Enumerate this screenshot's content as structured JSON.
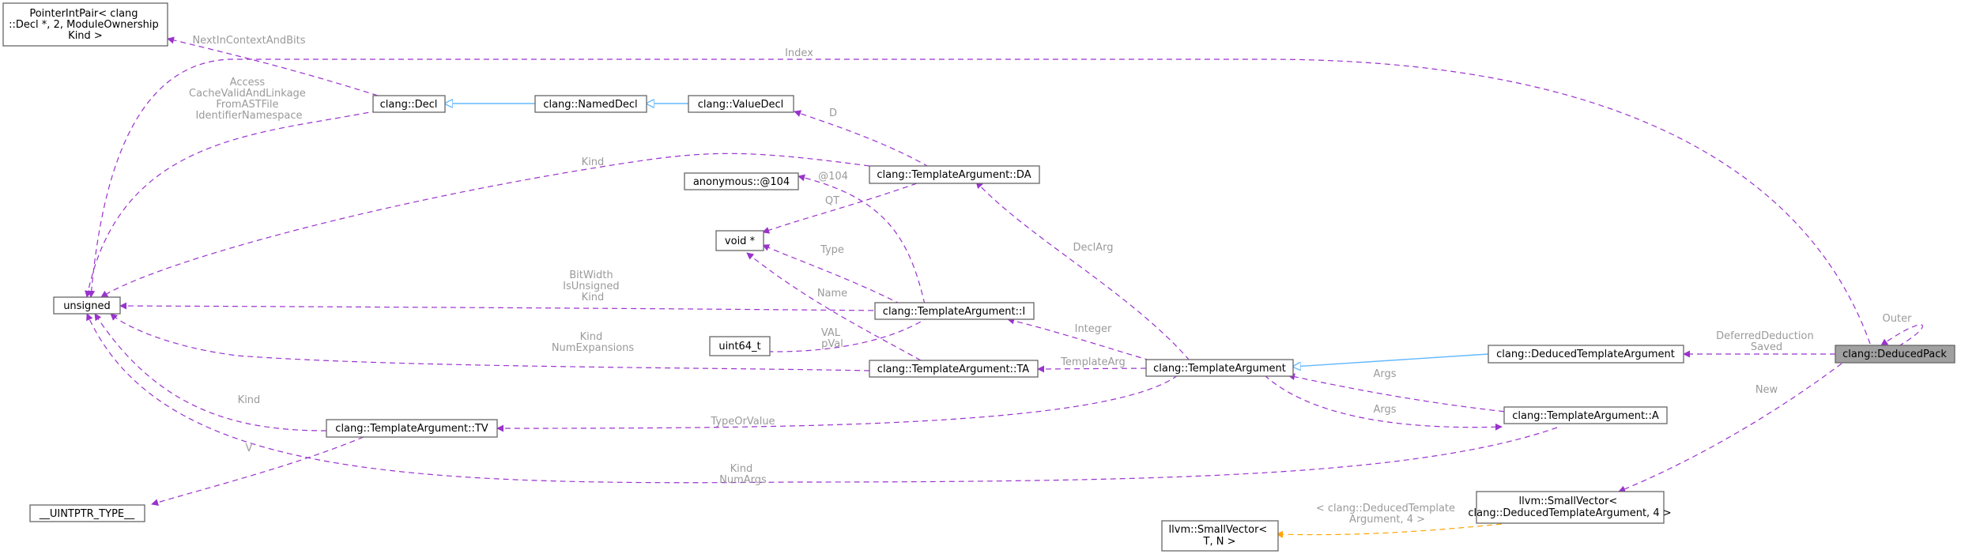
{
  "colors": {
    "usage_edge": "#9a32cd",
    "inheritance_edge": "#63b8ff",
    "template_edge": "#ffa500",
    "edge_label": "#9a9a9a",
    "focus_node_fill": "#a0a0a0"
  },
  "nodes": {
    "pointer_int_pair": [
      "PointerIntPair< clang",
      "::Decl *, 2, ModuleOwnership",
      "Kind >"
    ],
    "unsigned": [
      "unsigned"
    ],
    "uintptr_type": [
      "__UINTPTR_TYPE__"
    ],
    "clang_decl": [
      "clang::Decl"
    ],
    "named_decl": [
      "clang::NamedDecl"
    ],
    "value_decl": [
      "clang::ValueDecl"
    ],
    "anonymous_104": [
      "anonymous::@104"
    ],
    "void_ptr": [
      "void *"
    ],
    "uint64": [
      "uint64_t"
    ],
    "template_argument_tv": [
      "clang::TemplateArgument::TV"
    ],
    "template_argument_da": [
      "clang::TemplateArgument::DA"
    ],
    "template_argument_i": [
      "clang::TemplateArgument::I"
    ],
    "template_argument_ta": [
      "clang::TemplateArgument::TA"
    ],
    "template_argument": [
      "clang::TemplateArgument"
    ],
    "deduced_template_argument": [
      "clang::DeducedTemplateArgument"
    ],
    "template_argument_a": [
      "clang::TemplateArgument::A"
    ],
    "deduced_pack": [
      "clang::DeducedPack"
    ],
    "small_vector_deduced": [
      "llvm::SmallVector<",
      "clang::DeducedTemplateArgument, 4 >"
    ],
    "small_vector_tn": [
      "llvm::SmallVector<",
      "T, N >"
    ]
  },
  "edge_labels": {
    "next_in_context": [
      "NextInContextAndBits"
    ],
    "index": [
      "Index"
    ],
    "decl_to_unsigned": [
      "Access",
      "CacheValidAndLinkage",
      "FromASTFile",
      "IdentifierNamespace"
    ],
    "da_kind": [
      "Kind"
    ],
    "d": [
      "D"
    ],
    "at104": [
      "@104"
    ],
    "qt": [
      "QT"
    ],
    "type": [
      "Type"
    ],
    "name": [
      "Name"
    ],
    "i_to_unsigned": [
      "BitWidth",
      "IsUnsigned",
      "Kind"
    ],
    "ta_to_unsigned": [
      "Kind",
      "NumExpansions"
    ],
    "val": [
      "VAL",
      "pVal"
    ],
    "tv_kind": [
      "Kind"
    ],
    "v": [
      "V"
    ],
    "type_or_value": [
      "TypeOrValue"
    ],
    "a_to_unsigned": [
      "Kind",
      "NumArgs"
    ],
    "decl_arg": [
      "DeclArg"
    ],
    "integer": [
      "Integer"
    ],
    "template_arg": [
      "TemplateArg"
    ],
    "args_top": [
      "Args"
    ],
    "args_bottom": [
      "Args"
    ],
    "deferred": [
      "DeferredDeduction",
      "Saved"
    ],
    "outer": [
      "Outer"
    ],
    "new": [
      "New"
    ],
    "template_instance": [
      "< clang::DeducedTemplate",
      "Argument, 4 >"
    ]
  }
}
